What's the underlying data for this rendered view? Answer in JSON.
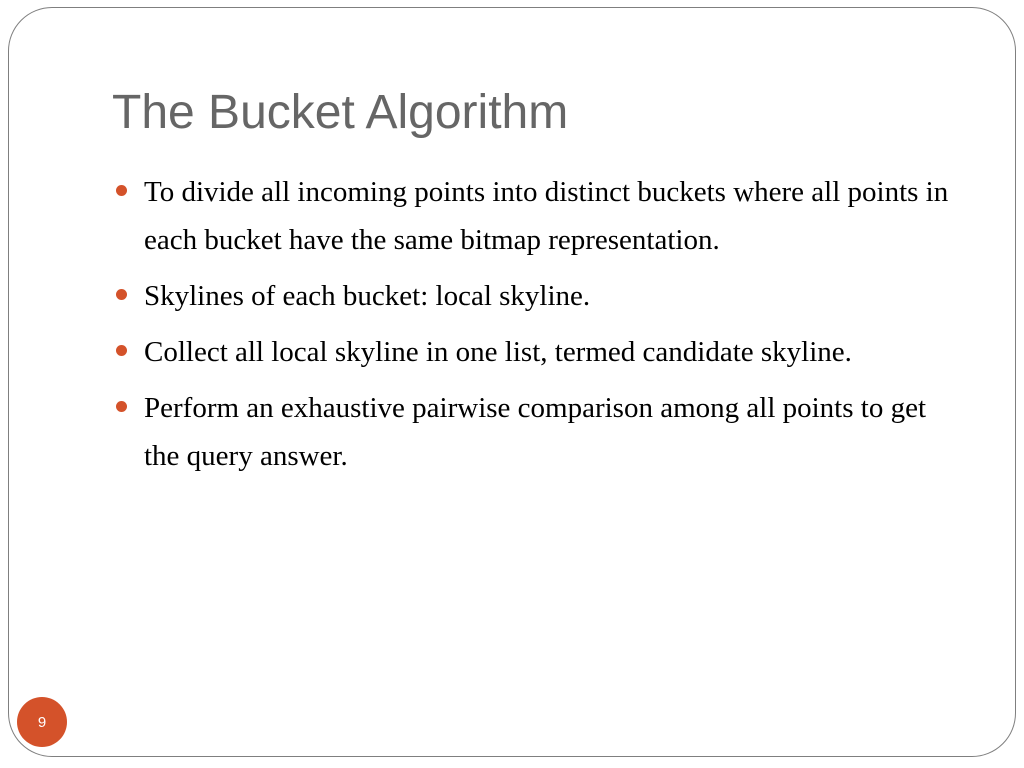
{
  "slide": {
    "title": "The Bucket Algorithm",
    "bullets": [
      "To divide all incoming points into distinct buckets where all points in each bucket have the same bitmap representation.",
      "Skylines of each bucket: local skyline.",
      "Collect all local skyline in one list, termed candidate skyline.",
      "Perform an exhaustive pairwise comparison among all points to get the query answer."
    ],
    "page_number": "9"
  },
  "colors": {
    "accent": "#d4522a",
    "title": "#666666",
    "body_text": "#000000",
    "frame_border": "#7f7f7f"
  }
}
